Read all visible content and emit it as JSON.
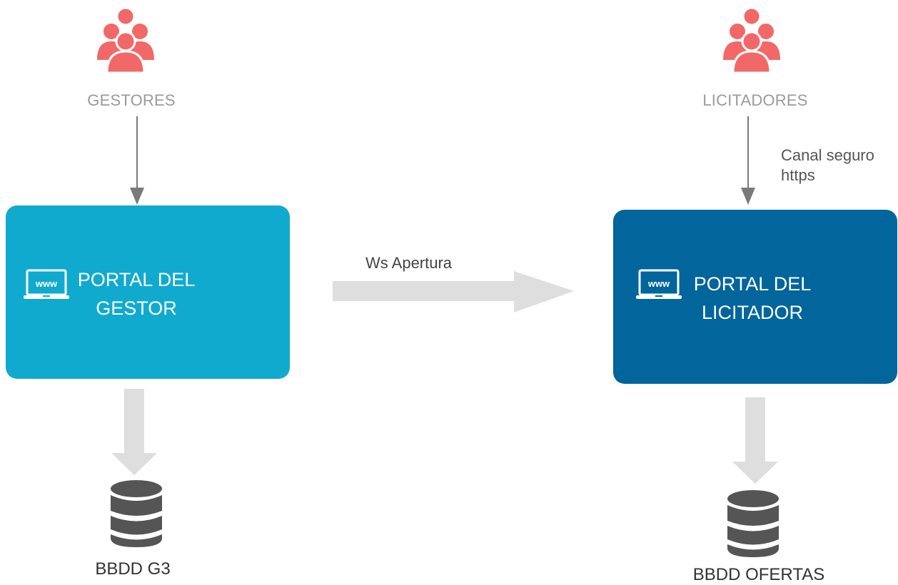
{
  "left": {
    "group_label": "GESTORES",
    "portal_title_line1": "PORTAL DEL",
    "portal_title_line2": "GESTOR",
    "portal_color": "#11aacf",
    "db_label": "BBDD G3"
  },
  "right": {
    "group_label": "LICITADORES",
    "portal_title_line1": "PORTAL DEL",
    "portal_title_line2": "LICITADOR",
    "portal_color": "#02659b",
    "db_label": "BBDD OFERTAS",
    "channel_note_line1": "Canal seguro",
    "channel_note_line2": "https"
  },
  "middle": {
    "arrow_label": "Ws Apertura"
  },
  "www_icon_text": "www",
  "icons": {
    "users": "users-group-icon",
    "web": "www-laptop-icon",
    "database": "database-icon"
  },
  "colors": {
    "users_icon": "#f26868",
    "thin_arrow": "#7a7a7a",
    "thick_arrow": "#dedede",
    "db_icon": "#555555"
  }
}
